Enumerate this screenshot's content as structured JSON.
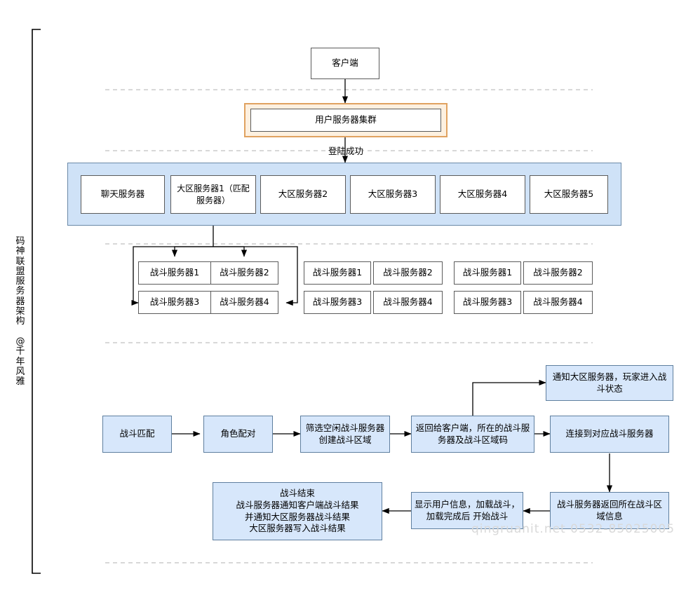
{
  "diagram": {
    "title_vertical": "码神联盟服务器架构  @千年风雅",
    "watermark": "qingruanit.net  0532-85025005",
    "login_label": "登陆成功",
    "client": "客户端",
    "user_server_cluster": "用户服务器集群",
    "zone_row": [
      "聊天服务器",
      "大区服务器1（匹配服务器）",
      "大区服务器2",
      "大区服务器3",
      "大区服务器4",
      "大区服务器5"
    ],
    "battle_groups": [
      {
        "cells": [
          "战斗服务器1",
          "战斗服务器2",
          "战斗服务器3",
          "战斗服务器4"
        ]
      },
      {
        "cells": [
          "战斗服务器1",
          "战斗服务器2",
          "战斗服务器3",
          "战斗服务器4"
        ]
      },
      {
        "cells": [
          "战斗服务器1",
          "战斗服务器2",
          "战斗服务器3",
          "战斗服务器4"
        ]
      }
    ],
    "flow": {
      "step1": "战斗匹配",
      "step2": "角色配对",
      "step3": "筛选空闲战斗服务器创建战斗区域",
      "step4": "返回给客户端，所在的战斗服务器及战斗区域码",
      "step5": "连接到对应战斗服务器",
      "notify": "通知大区服务器，玩家进入战斗状态",
      "step6": "战斗服务器返回所在战斗区域信息",
      "step7": "显示用户信息，加载战斗，加载完成后 开始战斗",
      "step8": "战斗结束\n战斗服务器通知客户端战斗结果\n并通知大区服务器战斗结果\n大区服务器写入战斗结果"
    }
  }
}
